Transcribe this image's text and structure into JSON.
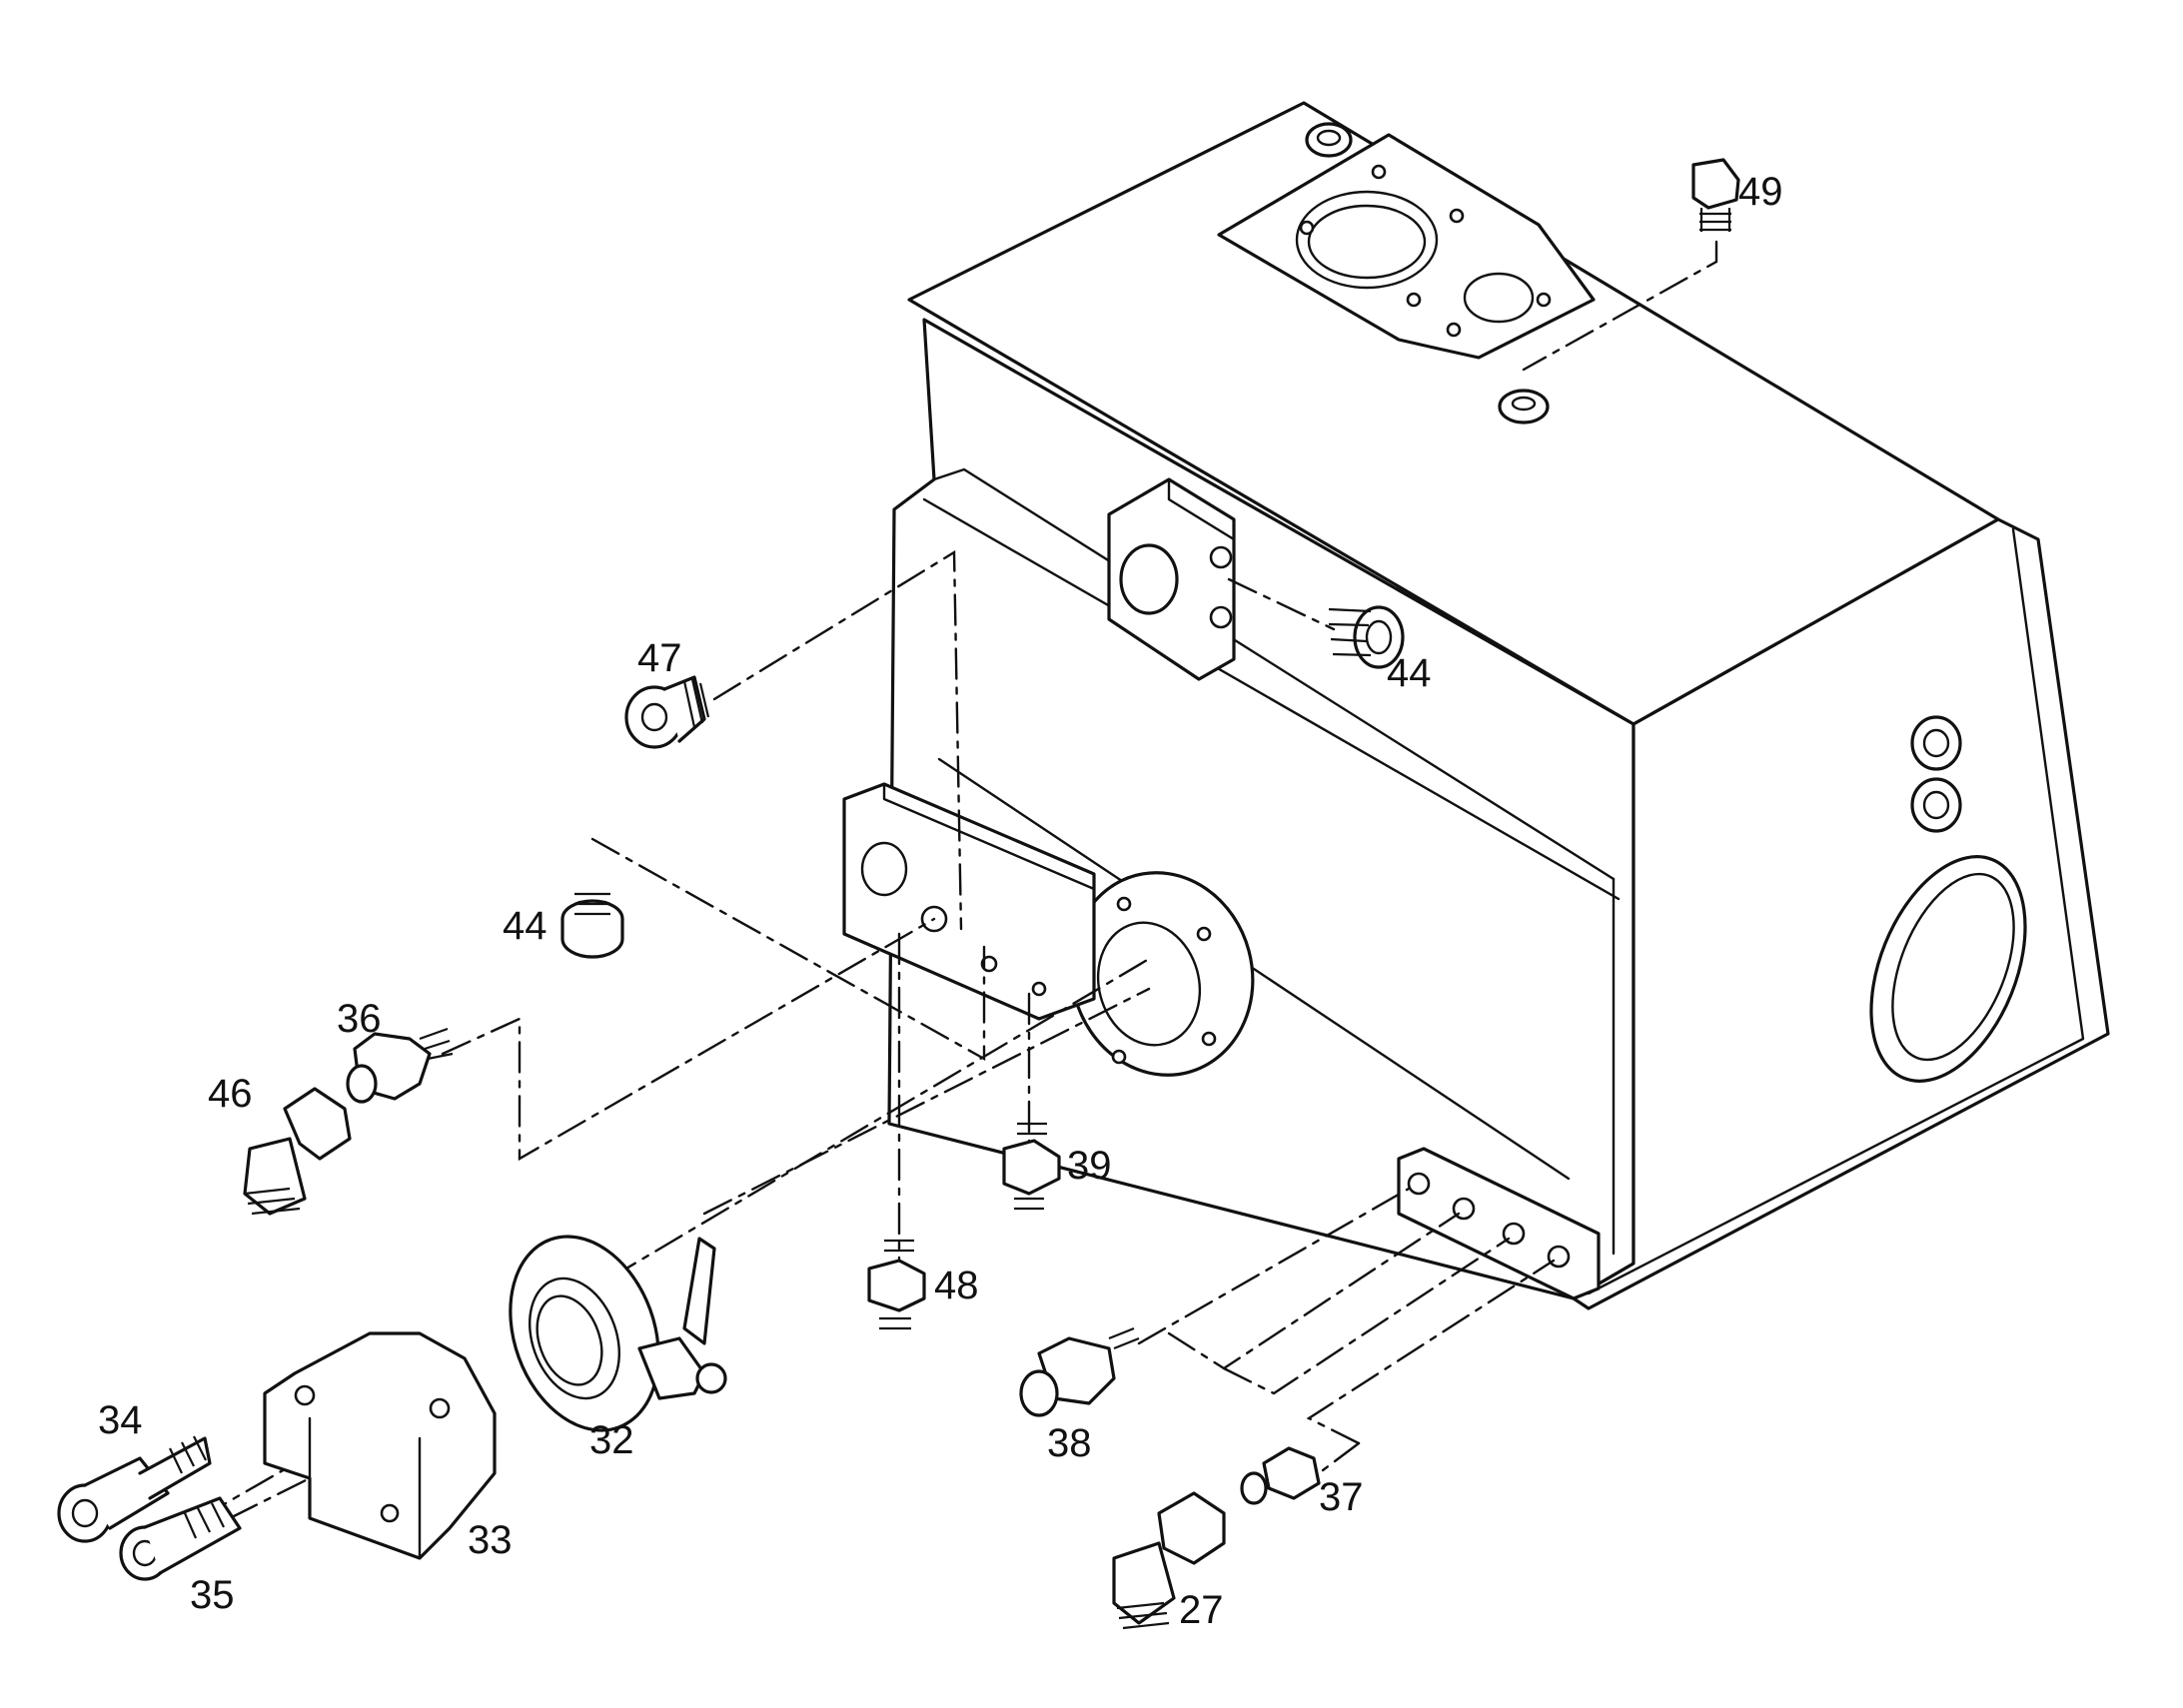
{
  "diagram": {
    "callouts": [
      {
        "id": "49",
        "text": "49"
      },
      {
        "id": "47",
        "text": "47"
      },
      {
        "id": "44a",
        "text": "44"
      },
      {
        "id": "44b",
        "text": "44"
      },
      {
        "id": "36",
        "text": "36"
      },
      {
        "id": "46",
        "text": "46"
      },
      {
        "id": "39",
        "text": "39"
      },
      {
        "id": "48",
        "text": "48"
      },
      {
        "id": "38",
        "text": "38"
      },
      {
        "id": "37",
        "text": "37"
      },
      {
        "id": "27",
        "text": "27"
      },
      {
        "id": "34",
        "text": "34"
      },
      {
        "id": "35",
        "text": "35"
      },
      {
        "id": "32",
        "text": "32"
      },
      {
        "id": "33",
        "text": "33"
      }
    ]
  }
}
